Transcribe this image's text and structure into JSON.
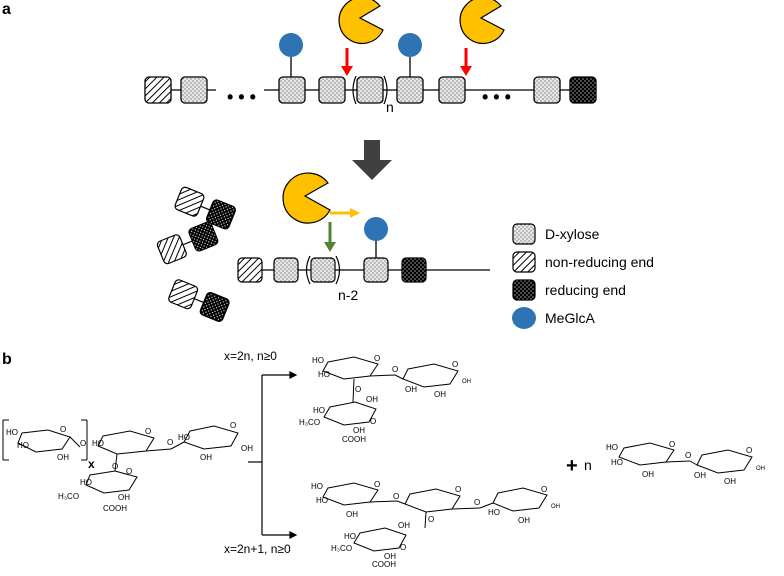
{
  "panel_a": {
    "label": "a",
    "repeat_n": "n",
    "repeat_n2": "n-2",
    "dots": "• • •",
    "legend": {
      "xylose": "D-xylose",
      "nonreducing": "non-reducing end",
      "reducing": "reducing end",
      "meglca": "MeGlcA"
    }
  },
  "panel_b": {
    "label": "b",
    "condition_top": "x=2n, n≥0",
    "condition_bottom": "x=2n+1, n≥0",
    "plus": "+",
    "plus_n": "n",
    "x_sub": "x",
    "atoms": {
      "ho": "HO",
      "oh": "OH",
      "o": "O",
      "cooh": "COOH",
      "h3co": "H₃CO",
      "meo": "H₃CO"
    }
  },
  "colors": {
    "xylose_fill": "#d9d9d9",
    "meglca": "#2e74b5",
    "enzyme": "#ffc000",
    "red_arrow": "#ff0000",
    "green_arrow": "#548235",
    "yellow_arrow": "#ffc000",
    "big_arrow": "#404040"
  },
  "icons": [
    "enzyme-pacman-icon",
    "red-down-arrow-icon",
    "green-down-arrow-icon",
    "yellow-right-arrow-icon",
    "big-down-arrow-icon"
  ]
}
